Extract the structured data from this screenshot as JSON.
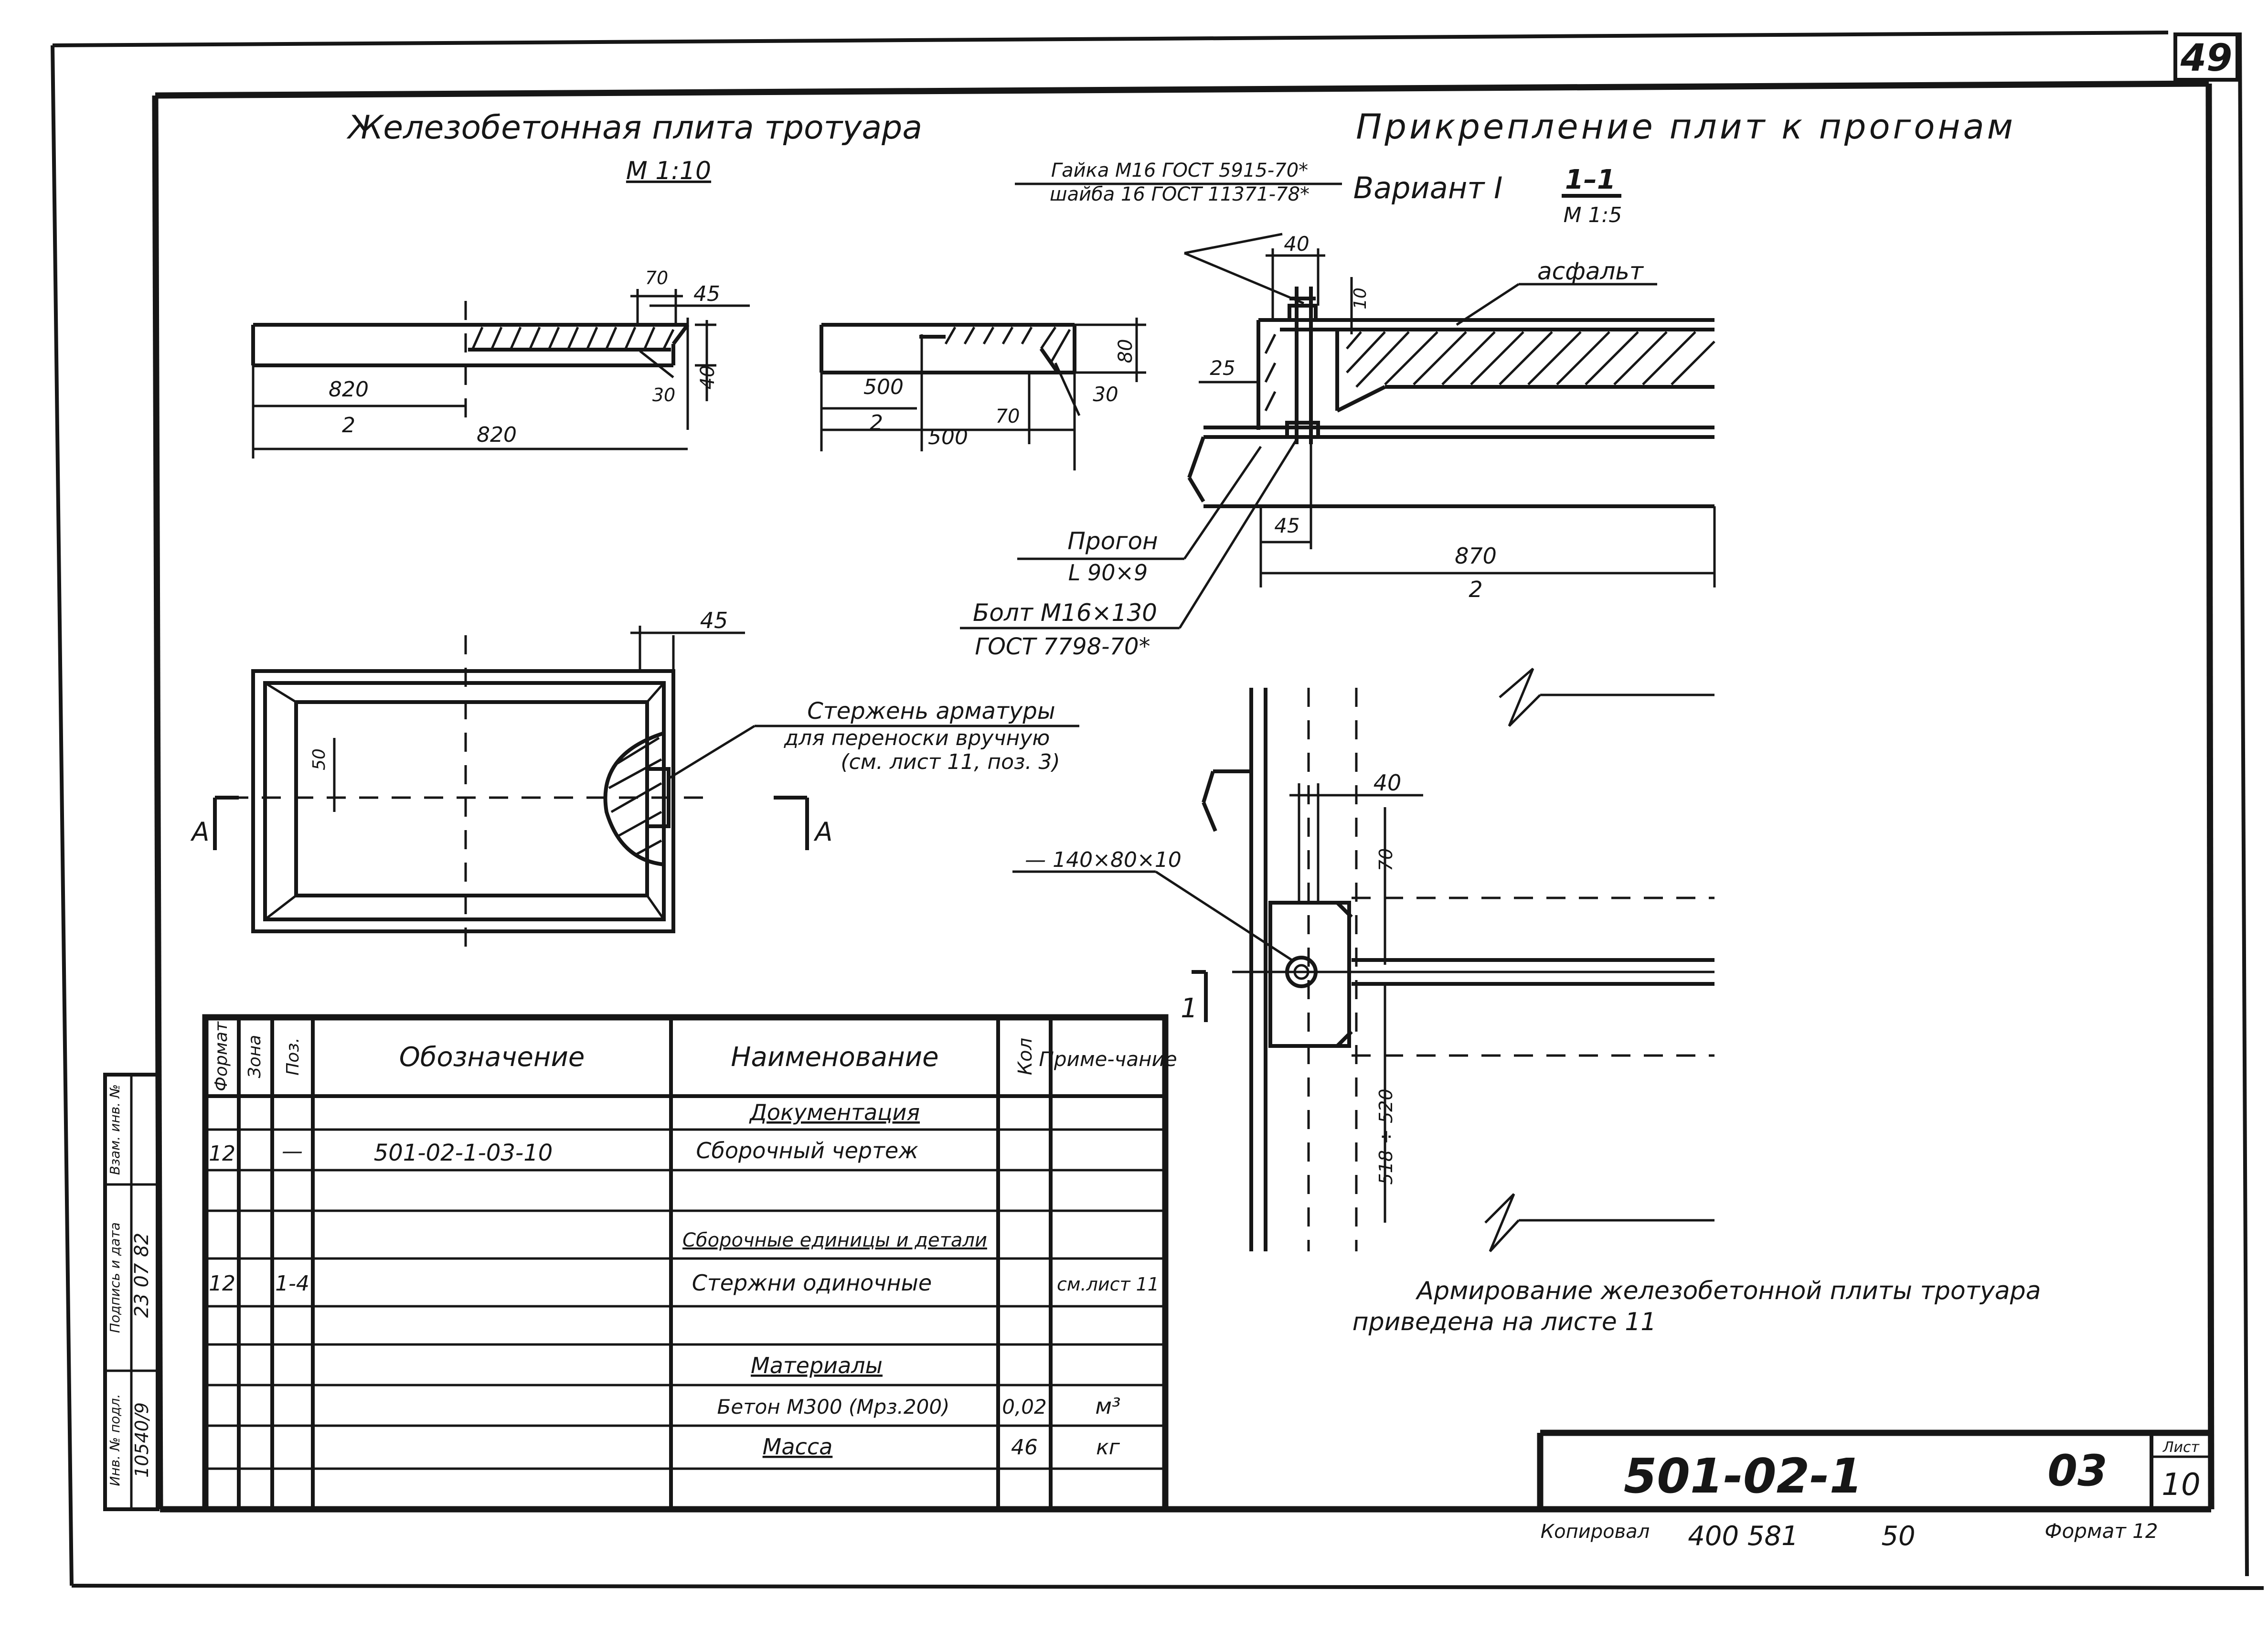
{
  "sheet": {
    "sheet_index": "49",
    "left_title": "Железобетонная плита тротуара",
    "left_scale": "М 1:10",
    "right_title": "Прикрепление плит к прогонам",
    "variant": "Вариант I",
    "section_label": "1–1",
    "section_scale": "М 1:5"
  },
  "plate_elevation": {
    "dims": [
      "70",
      "45",
      "30",
      "40",
      "820",
      "2",
      "820"
    ]
  },
  "plate_side": {
    "dims": [
      "80",
      "30",
      "500",
      "2",
      "500",
      "70"
    ]
  },
  "plate_plan": {
    "dims": [
      "45",
      "50"
    ],
    "cut_mark": "А",
    "callout": [
      "Стержень арматуры",
      "для переноски вручную",
      "(см. лист 11, поз. 3)"
    ]
  },
  "section": {
    "nut": [
      "Гайка М16 ГОСТ 5915-70*",
      "шайба 16 ГОСТ 11371-78*"
    ],
    "asphalt": "асфальт",
    "purlin": [
      "Прогон",
      "L 90×9"
    ],
    "bolt": [
      "Болт М16×130",
      "ГОСТ 7798-70*"
    ],
    "dims": [
      "40",
      "10",
      "25",
      "45",
      "870",
      "2"
    ]
  },
  "plan_detail": {
    "plate_label": "— 140×80×10",
    "dims": [
      "40",
      "70",
      "518 ÷ 520"
    ],
    "cut_mark": "1"
  },
  "note": [
    "Армирование железобетонной плиты тротуара",
    "приведена на листе 11"
  ],
  "spec_table": {
    "headers": [
      "Формат",
      "Зона",
      "Поз.",
      "Обозначение",
      "Наименование",
      "Кол",
      "Приме-чание"
    ],
    "rows": [
      {
        "format": "",
        "zone": "",
        "pos": "",
        "designation": "",
        "name": "Документация",
        "qty": "",
        "note": ""
      },
      {
        "format": "12",
        "zone": "",
        "pos": "—",
        "designation": "501-02-1-03-10",
        "name": "Сборочный чертеж",
        "qty": "",
        "note": ""
      },
      {
        "format": "",
        "zone": "",
        "pos": "",
        "designation": "",
        "name": "",
        "qty": "",
        "note": ""
      },
      {
        "format": "",
        "zone": "",
        "pos": "",
        "designation": "",
        "name": "Сборочные единицы и детали",
        "qty": "",
        "note": ""
      },
      {
        "format": "12",
        "zone": "",
        "pos": "1-4",
        "designation": "",
        "name": "Стержни одиночные",
        "qty": "",
        "note": "см.лист 11"
      },
      {
        "format": "",
        "zone": "",
        "pos": "",
        "designation": "",
        "name": "",
        "qty": "",
        "note": ""
      },
      {
        "format": "",
        "zone": "",
        "pos": "",
        "designation": "",
        "name": "Материалы",
        "qty": "",
        "note": ""
      },
      {
        "format": "",
        "zone": "",
        "pos": "",
        "designation": "",
        "name": "Бетон М300 (Мрз.200)",
        "qty": "0,02",
        "note": "м³"
      },
      {
        "format": "",
        "zone": "",
        "pos": "",
        "designation": "",
        "name": "Масса",
        "qty": "46",
        "note": "кг"
      },
      {
        "format": "",
        "zone": "",
        "pos": "",
        "designation": "",
        "name": "",
        "qty": "",
        "note": ""
      }
    ]
  },
  "side_stamp": {
    "labels": [
      "Инв. № подл.",
      "Подпись и дата",
      "Взам. инв. №"
    ],
    "inv_no": "10540/9",
    "date": "23 07 82"
  },
  "title_block": {
    "code": "501-02-1",
    "part": "03",
    "sheet_label": "Лист",
    "sheet_no": "10",
    "copied_label": "Копировал",
    "copy_no": "400 581",
    "copy_no2": "50",
    "format_label": "Формат 12"
  }
}
